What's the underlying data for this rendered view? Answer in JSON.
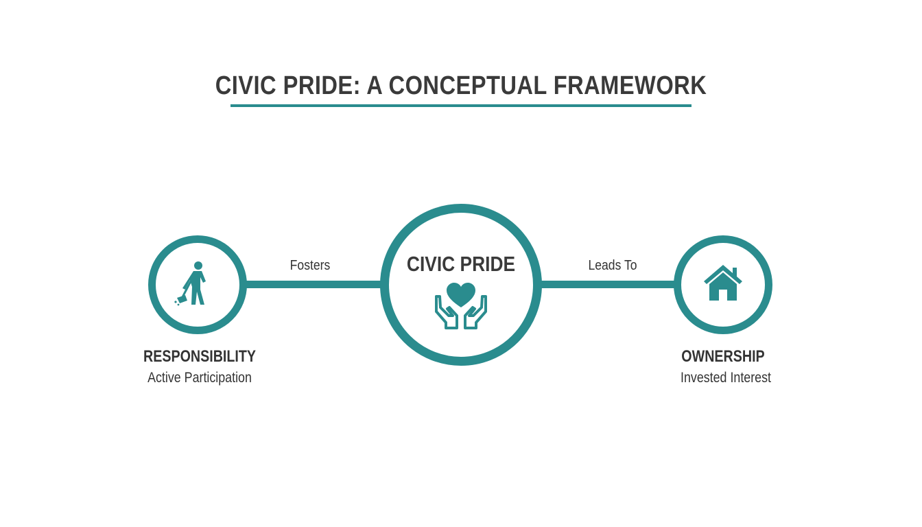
{
  "title": "CIVIC PRIDE: A CONCEPTUAL FRAMEWORK",
  "colors": {
    "accent": "#2a8c8e",
    "text": "#3a3a3a",
    "background": "#ffffff"
  },
  "nodes": {
    "left": {
      "title": "RESPONSIBILITY",
      "subtitle": "Active Participation",
      "icon": "person-sweeping-icon"
    },
    "center": {
      "title": "CIVIC PRIDE",
      "icon": "hands-holding-heart-icon"
    },
    "right": {
      "title": "OWNERSHIP",
      "subtitle": "Invested Interest",
      "icon": "house-icon"
    }
  },
  "edges": [
    {
      "from": "RESPONSIBILITY",
      "to": "CIVIC PRIDE",
      "label": "Fosters"
    },
    {
      "from": "CIVIC PRIDE",
      "to": "OWNERSHIP",
      "label": "Leads To"
    }
  ]
}
